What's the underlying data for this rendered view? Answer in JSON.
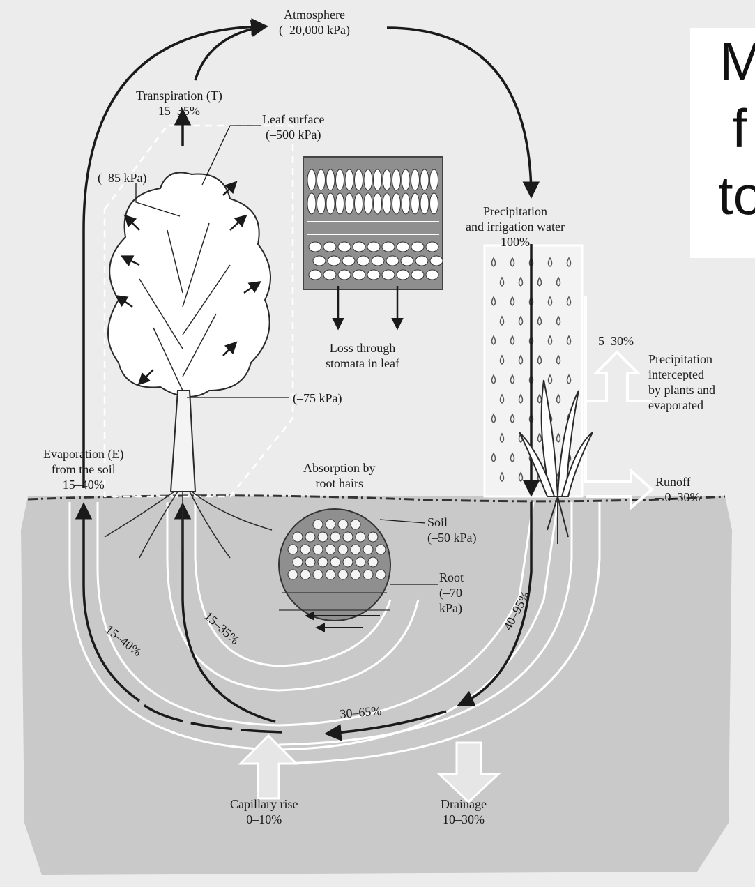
{
  "labels": {
    "atmosphere": "Atmosphere",
    "atmosphere_kpa": "(–20,000 kPa)",
    "transpiration": "Transpiration (T)",
    "transpiration_pct": "15–35%",
    "leaf_surface": "Leaf surface",
    "leaf_surface_kpa": "(–500 kPa)",
    "tree_top_kpa": "(–85 kPa)",
    "trunk_kpa": "(–75 kPa)",
    "loss_line1": "Loss through",
    "loss_line2": "stomata in leaf",
    "precip_line1": "Precipitation",
    "precip_line2": "and irrigation water",
    "precip_pct": "100%",
    "intercepted_pct": "5–30%",
    "intercepted_line1": "Precipitation",
    "intercepted_line2": "intercepted",
    "intercepted_line3": "by plants and",
    "intercepted_line4": "evaporated",
    "runoff": "Runoff",
    "runoff_pct": "0–30%",
    "evap_line1": "Evaporation (E)",
    "evap_line2": "from the soil",
    "evap_pct": "15–40%",
    "absorption_line1": "Absorption by",
    "absorption_line2": "root hairs",
    "soil": "Soil",
    "soil_kpa": "(–50 kPa)",
    "root": "Root",
    "root_kpa1": "(–70",
    "root_kpa2": "kPa)",
    "arc_evap_pct": "15–40%",
    "arc_transp_pct": "15–35%",
    "arc_precip_pct": "40–95%",
    "bottom_pct": "30–65%",
    "capillary_line1": "Capillary rise",
    "capillary_pct": "0–10%",
    "drainage": "Drainage",
    "drainage_pct": "10–30%"
  },
  "overlay_text": [
    "M",
    "f",
    "to"
  ],
  "colors": {
    "background": "#ececec",
    "soil": "#c9c9c9",
    "ink": "#1a1a1a",
    "inset_fill": "#8f8f8f"
  }
}
